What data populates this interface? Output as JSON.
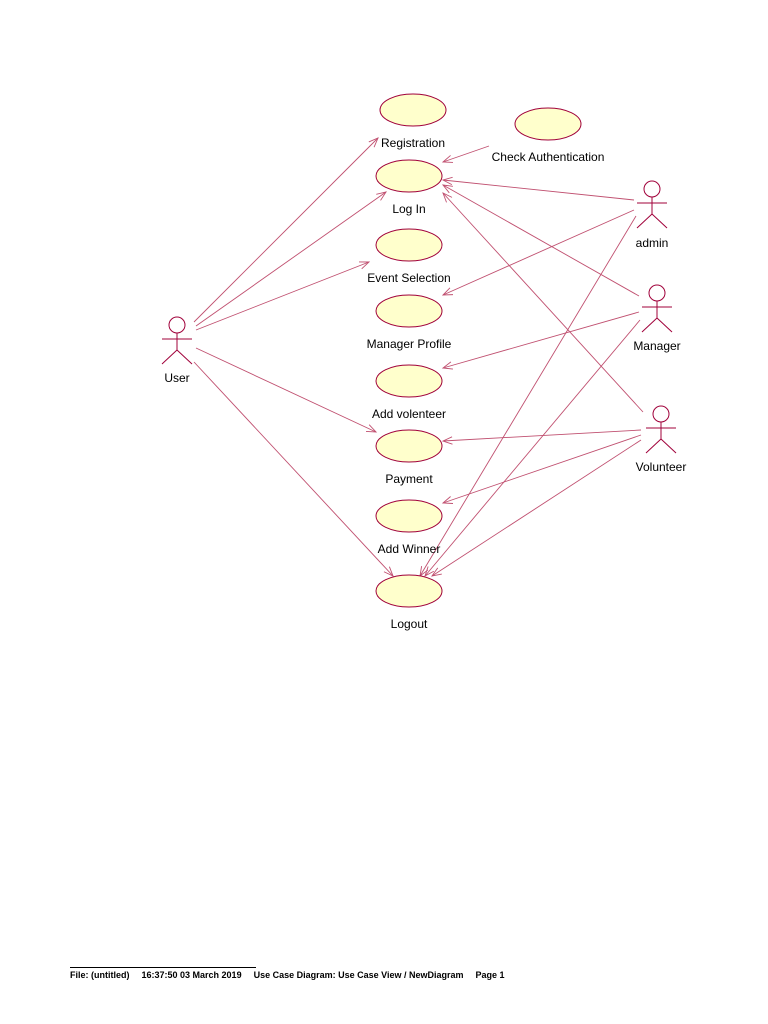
{
  "diagram": {
    "type": "use-case",
    "colors": {
      "use_case_fill": "#ffffcc",
      "line": "#a0003a",
      "arrow": "#c05070"
    },
    "actors": [
      {
        "id": "user",
        "label": "User"
      },
      {
        "id": "admin",
        "label": "admin"
      },
      {
        "id": "manager",
        "label": "Manager"
      },
      {
        "id": "volunteer",
        "label": "Volunteer"
      }
    ],
    "use_cases": [
      {
        "id": "registration",
        "label": "Registration"
      },
      {
        "id": "check_auth",
        "label": "Check Authentication"
      },
      {
        "id": "login",
        "label": "Log In"
      },
      {
        "id": "event_selection",
        "label": "Event Selection"
      },
      {
        "id": "manager_profile",
        "label": "Manager Profile"
      },
      {
        "id": "add_volenteer",
        "label": "Add volenteer"
      },
      {
        "id": "payment",
        "label": "Payment"
      },
      {
        "id": "add_winner",
        "label": "Add Winner"
      },
      {
        "id": "logout",
        "label": "Logout"
      }
    ],
    "associations": [
      {
        "from": "user",
        "to": "registration"
      },
      {
        "from": "user",
        "to": "login"
      },
      {
        "from": "user",
        "to": "event_selection"
      },
      {
        "from": "user",
        "to": "payment"
      },
      {
        "from": "user",
        "to": "logout"
      },
      {
        "from": "check_auth",
        "to": "login"
      },
      {
        "from": "admin",
        "to": "login"
      },
      {
        "from": "admin",
        "to": "manager_profile"
      },
      {
        "from": "admin",
        "to": "logout"
      },
      {
        "from": "manager",
        "to": "login"
      },
      {
        "from": "manager",
        "to": "add_volenteer"
      },
      {
        "from": "manager",
        "to": "logout"
      },
      {
        "from": "volunteer",
        "to": "login"
      },
      {
        "from": "volunteer",
        "to": "payment"
      },
      {
        "from": "volunteer",
        "to": "add_winner"
      },
      {
        "from": "volunteer",
        "to": "logout"
      }
    ]
  },
  "footer": {
    "file": "File: (untitled)",
    "timestamp": "16:37:50 03 March 2019",
    "title": "Use Case Diagram: Use Case View / NewDiagram",
    "page": "Page 1"
  }
}
